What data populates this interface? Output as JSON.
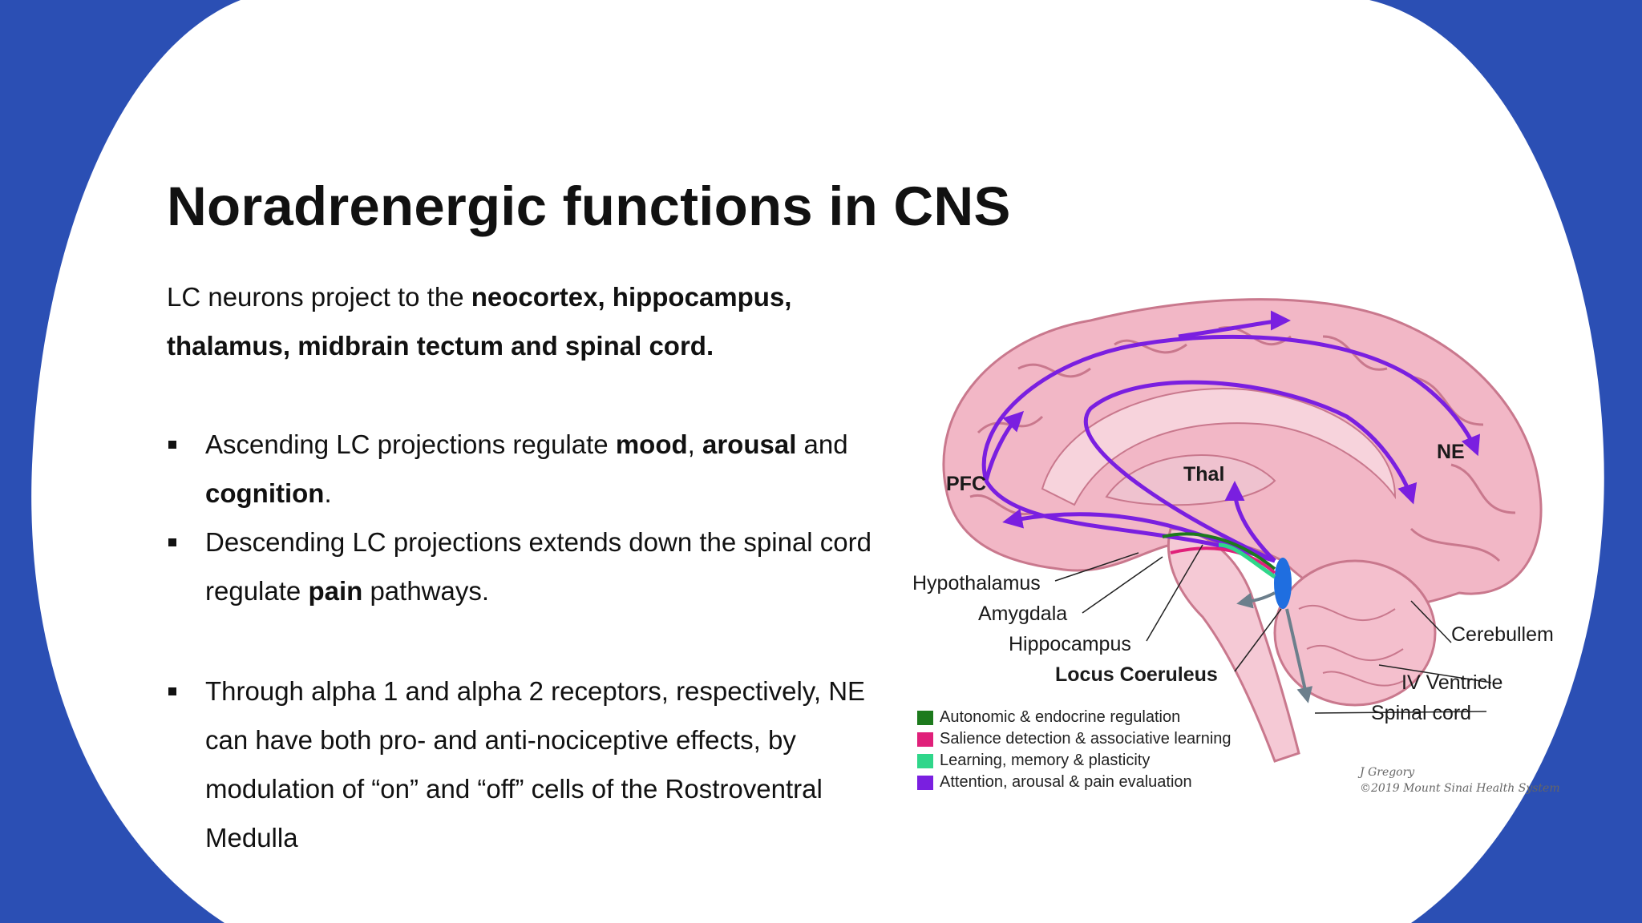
{
  "title": "Noradrenergic functions in CNS",
  "intro": {
    "part1": "LC neurons project to the ",
    "bold": "neocortex, hippocampus, thalamus, midbrain tectum and spinal cord."
  },
  "bullets": [
    {
      "t1": "Ascending LC projections regulate ",
      "b1": "mood",
      "t2": ", ",
      "b2": "arousal",
      "t3": " and ",
      "b3": "cognition",
      "t4": "."
    },
    {
      "t1": "Descending LC projections extends down  the spinal cord regulate ",
      "b1": "pain",
      "t2": " pathways."
    },
    {
      "t1": "Through alpha 1 and alpha 2 receptors, respectively, NE can have both pro- and anti-nociceptive effects, by modulation of “on” and “off” cells of the Rostroventral Medulla"
    }
  ],
  "figure": {
    "labels": {
      "pfc": "PFC",
      "thal": "Thal",
      "ne": "NE",
      "hypothalamus": "Hypothalamus",
      "amygdala": "Amygdala",
      "hippocampus": "Hippocampus",
      "locus": "Locus Coeruleus",
      "cerebellum": "Cerebullem",
      "ventricle": "IV Ventricle",
      "spinal": "Spinal cord"
    },
    "legend": [
      {
        "label": "Autonomic & endocrine regulation",
        "color": "#1d7a1d"
      },
      {
        "label": "Salience detection & associative learning",
        "color": "#e0207a"
      },
      {
        "label": "Learning, memory & plasticity",
        "color": "#2fd68a"
      },
      {
        "label": "Attention, arousal & pain evaluation",
        "color": "#7a1fe0"
      }
    ],
    "credit": {
      "author": "J Gregory",
      "copyright": "©2019 Mount Sinai Health System"
    }
  },
  "colors": {
    "background": "#2b4fb4",
    "card": "#ffffff",
    "brain": "#f2b7c6",
    "pathway": "#7a1fe0"
  }
}
